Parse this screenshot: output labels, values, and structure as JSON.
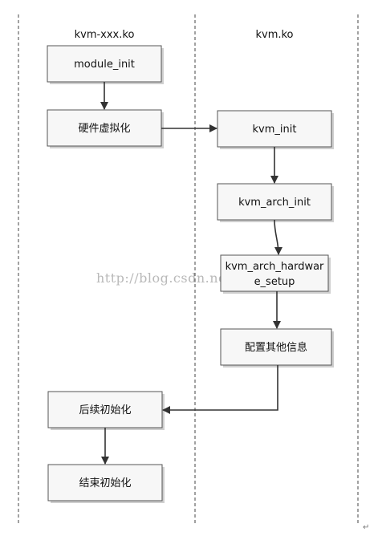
{
  "lanes": {
    "left_title": "kvm-xxx.ko",
    "right_title": "kvm.ko"
  },
  "nodes": {
    "module_init": "module_init",
    "hw_virt": "硬件虚拟化",
    "kvm_init": "kvm_init",
    "kvm_arch_init": "kvm_arch_init",
    "kvm_arch_hardware_setup_line1": "kvm_arch_hardwar",
    "kvm_arch_hardware_setup_line2": "e_setup",
    "config_other": "配置其他信息",
    "follow_up_init": "后续初始化",
    "end_init": "结束初始化"
  },
  "watermark": "http://blog.csdn.net/mrbuffoon",
  "corner_mark": "↵",
  "colors": {
    "box_fill": "#f7f7f7",
    "box_stroke": "#555555",
    "arrow": "#333333"
  }
}
